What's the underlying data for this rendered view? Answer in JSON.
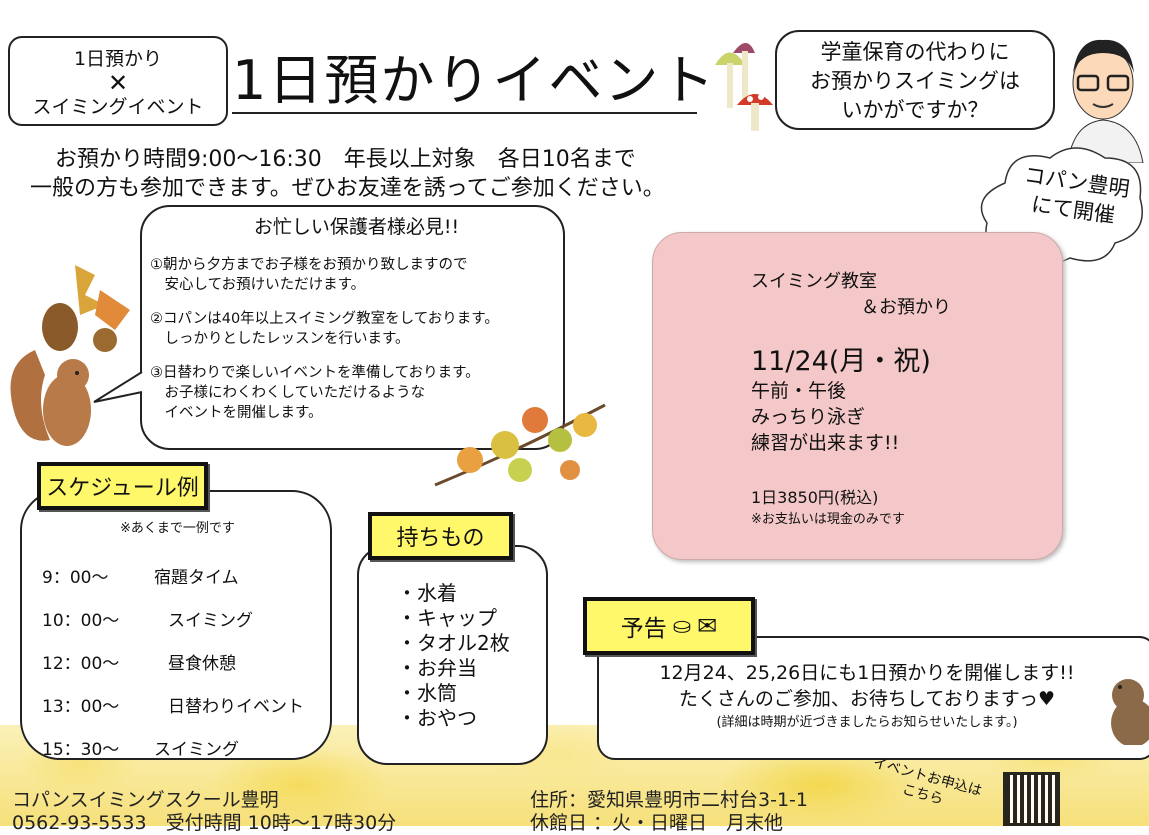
{
  "header": {
    "tag_line1": "1日預かり",
    "tag_x": "✕",
    "tag_line2": "スイミングイベント",
    "title": "1日預かりイベント"
  },
  "bubble": {
    "lines": [
      "学童保育の代わりに",
      "お預かりスイミングは",
      "いかがですか？"
    ]
  },
  "intro": {
    "line1": "お預かり時間9:00～16:30　年長以上対象　各日10名まで",
    "line2": "一般の方も参加できます。ぜひお友達を誘ってご参加ください。"
  },
  "cloud": {
    "line1": "コパン豊明",
    "line2": "にて開催"
  },
  "notice": {
    "title": "お忙しい保護者様必見!!",
    "items": [
      [
        "①朝から夕方までお子様をお預かり致しますので",
        "　安心してお預けいただけます。"
      ],
      [
        "②コパンは40年以上スイミング教室をしております。",
        "　しっかりとしたレッスンを行います。"
      ],
      [
        "③日替わりで楽しいイベントを準備しております。",
        "　お子様にわくわくしていただけるような",
        "　イベントを開催します。"
      ]
    ]
  },
  "event": {
    "line1": "スイミング教室",
    "line2": "＆お預かり",
    "date": "11/24(月・祝)",
    "desc": [
      "午前・午後",
      "みっちり泳ぎ",
      "練習が出来ます!!"
    ],
    "price": "1日3850円(税込)",
    "payment": "※お支払いは現金のみです",
    "bg": "#f4c8c8"
  },
  "schedule": {
    "label": "スケジュール例",
    "note": "※あくまで一例です",
    "rows": [
      {
        "time": "9：00～",
        "activity": "宿題タイム"
      },
      {
        "time": "10：00～",
        "activity": "スイミング"
      },
      {
        "time": "12：00～",
        "activity": "昼食休憩"
      },
      {
        "time": "13：00～",
        "activity": "日替わりイベント"
      },
      {
        "time": "15：30～",
        "activity": "スイミング"
      }
    ]
  },
  "belongings": {
    "label": "持ちもの",
    "items": [
      "・水着",
      "・キャップ",
      "・タオル2枚",
      "・お弁当",
      "・水筒",
      "・おやつ"
    ]
  },
  "preview": {
    "label": "予告",
    "line1": "12月24、25,26日にも1日預かりを開催します!!",
    "line2": "たくさんのご参加、お待ちしておりますっ♥",
    "line3": "(詳細は時期が近づきましたらお知らせいたします。)"
  },
  "footer": {
    "name": "コパンスイミングスクール豊明",
    "phone": "0562-93-5533　受付時間 10時～17時30分",
    "address": "住所：愛知県豊明市二村台3-1-1",
    "closed": "休館日 ：火・日曜日　月末他",
    "apply": "イベントお申込は",
    "apply2": "こちら"
  },
  "accent": "#fff86a"
}
